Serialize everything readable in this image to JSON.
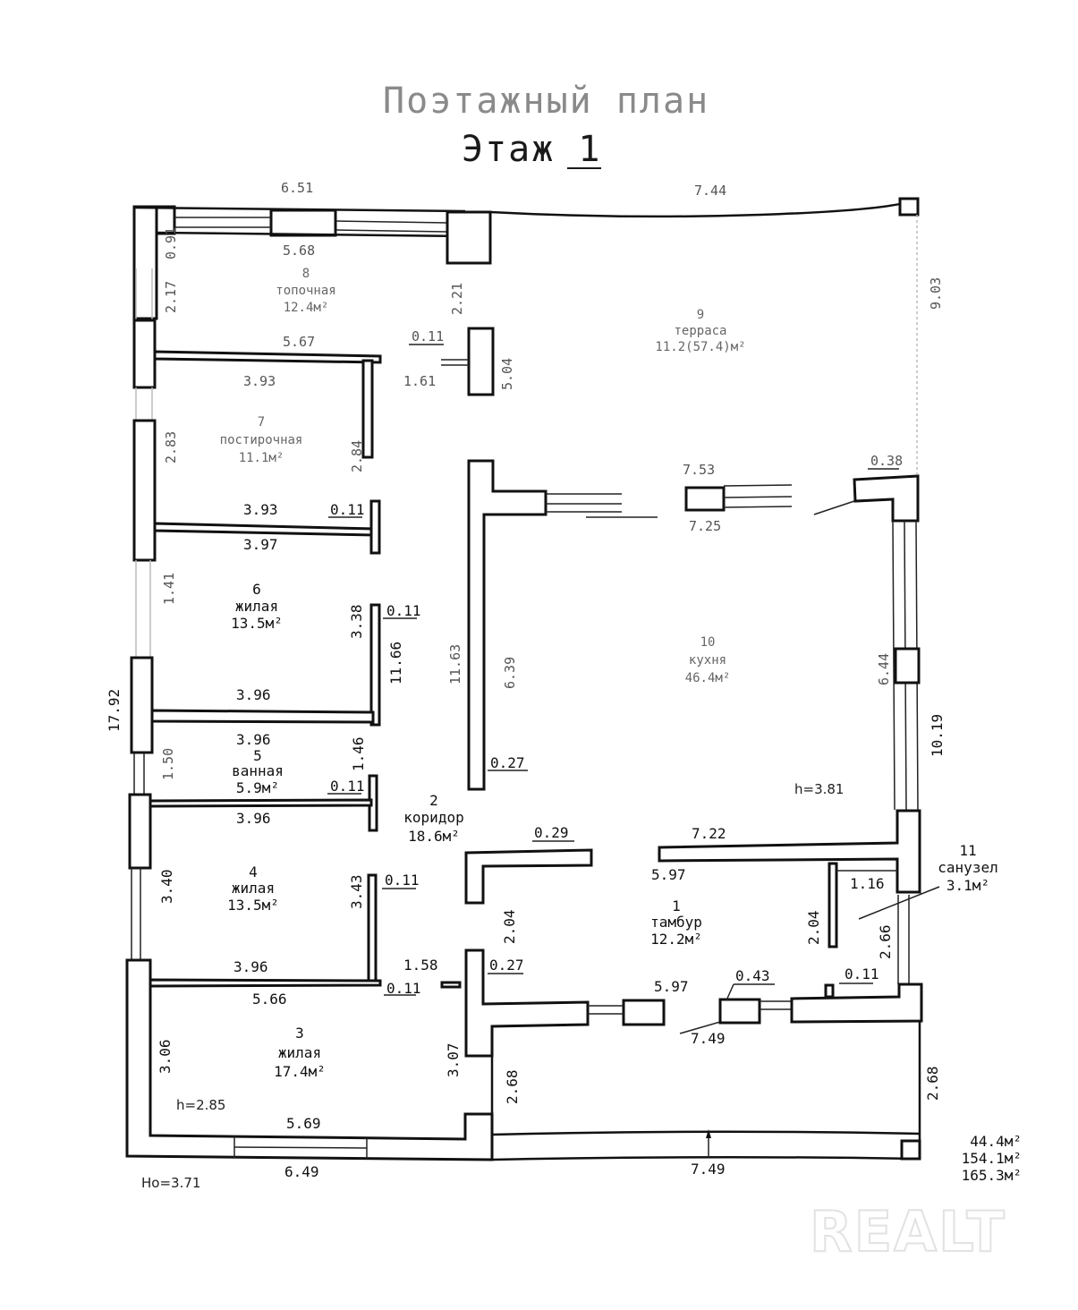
{
  "title": {
    "line1": "Поэтажный план",
    "line2_prefix": "Этаж ",
    "floor_number": "1"
  },
  "rooms": [
    {
      "number": "1",
      "name": "тамбур",
      "area": "12.2м²"
    },
    {
      "number": "2",
      "name": "коридор",
      "area": "18.6м²"
    },
    {
      "number": "3",
      "name": "жилая",
      "area": "17.4м²"
    },
    {
      "number": "4",
      "name": "жилая",
      "area": "13.5м²"
    },
    {
      "number": "5",
      "name": "ванная",
      "area": "5.9м²"
    },
    {
      "number": "6",
      "name": "жилая",
      "area": "13.5м²"
    },
    {
      "number": "7",
      "name": "постирочная",
      "area": "11.1м²"
    },
    {
      "number": "8",
      "name": "топочная",
      "area": "12.4м²"
    },
    {
      "number": "9",
      "name": "терраса",
      "area": "11.2(57.4)м²"
    },
    {
      "number": "10",
      "name": "кухня",
      "area": "46.4м²"
    },
    {
      "number": "11",
      "name": "санузел",
      "area": "3.1м²"
    }
  ],
  "dimensions": {
    "top_outer_left": "6.51",
    "top_outer_right": "7.44",
    "top_inner_8": "5.68",
    "left_8_a": "0.91",
    "left_8_b": "2.17",
    "right_8": "2.21",
    "wall_8_7_top": "5.67",
    "wall_8_7_bottom": "3.93",
    "pier_0_11_top": "0.11",
    "pier_1_61": "1.61",
    "pier_5_04": "5.04",
    "terrace_right": "9.03",
    "left_7": "2.83",
    "right_7": "2.84",
    "wall_7_6_top": "3.93",
    "wall_7_6_0_11": "0.11",
    "wall_7_6_bottom": "3.97",
    "terrace_7_53": "7.53",
    "terrace_7_25": "7.25",
    "terrace_0_38": "0.38",
    "left_6": "1.41",
    "right_6": "3.38",
    "right_6_0_11": "0.11",
    "corridor_11_66": "11.66",
    "corridor_11_63": "11.63",
    "kitchen_left_6_39": "6.39",
    "kitchen_right_6_44": "6.44",
    "kitchen_right_10_19": "10.19",
    "kitchen_pier_0_27": "0.27",
    "wall_6_5_top": "3.96",
    "wall_6_5_bottom": "3.96",
    "outer_left": "17.92",
    "left_5": "1.50",
    "right_5": "1.46",
    "right_5_0_11": "0.11",
    "wall_5_4": "3.96",
    "corridor_pier_0_29": "0.29",
    "kitchen_wall_7_22": "7.22",
    "kitchen_wall_5_97": "5.97",
    "wc_1_16": "1.16",
    "wc_2_04": "2.04",
    "wc_2_66": "2.66",
    "left_4": "3.40",
    "right_4": "3.43",
    "right_4_0_11": "0.11",
    "corridor_2_04": "2.04",
    "wall_4_3_top": "3.96",
    "wall_4_3_0_11": "0.11",
    "wall_4_3_bottom": "5.66",
    "corridor_1_58": "1.58",
    "entry_0_27": "0.27",
    "entry_5_97": "5.97",
    "entry_0_43": "0.43",
    "entry_0_11": "0.11",
    "entry_7_49": "7.49",
    "left_3": "3.06",
    "right_3": "3.07",
    "porch_left": "2.68",
    "porch_right": "2.68",
    "bottom_3": "5.69",
    "bottom_outer_left": "6.49",
    "bottom_outer_right": "7.49"
  },
  "heights": {
    "kitchen": "h=3.81",
    "living": "h=2.85",
    "overall": "Hо=3.71"
  },
  "totals": [
    "44.4м²",
    "154.1м²",
    "165.3м²"
  ],
  "watermark": "REALT"
}
